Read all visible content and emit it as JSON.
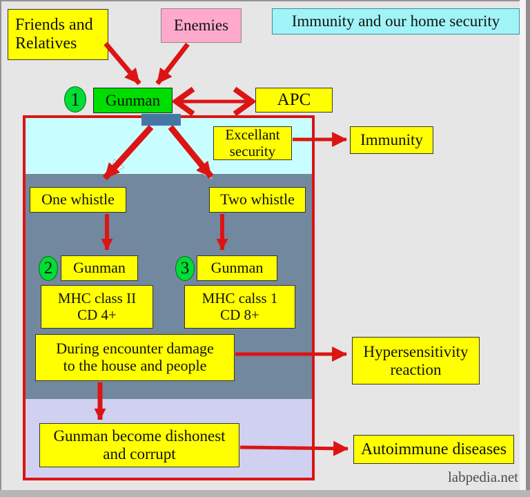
{
  "title": "Immunity and our home security",
  "watermark": "labpedia.net",
  "actors": {
    "friends": "Friends and\nRelatives",
    "enemies": "Enemies",
    "apc": "APC"
  },
  "steps": {
    "s1": "1",
    "s2": "2",
    "s3": "3"
  },
  "gunman": {
    "g1": "Gunman",
    "g2": "Gunman",
    "g3": "Gunman"
  },
  "house": {
    "security": "Excellant\nsecurity",
    "whistle_one": "One whistle",
    "whistle_two": "Two whistle",
    "mhc_class2": "MHC class II\nCD 4+",
    "mhc_class1": "MHC calss 1\nCD 8+",
    "damage": "During encounter damage\nto the house and people",
    "dishonest": "Gunman become dishonest\nand corrupt"
  },
  "outcomes": {
    "immunity": "Immunity",
    "hypersensitivity": "Hypersensitivity\nreaction",
    "autoimmune": "Autoimmune diseases"
  },
  "colors": {
    "box_yellow": "#ffff00",
    "enemy_pink": "#ffaacd",
    "title_cyan": "#a0f4f8",
    "gunman_green": "#00dd00",
    "step_green": "#00dd33",
    "arrow_red": "#dc1414",
    "roof_cyan": "#c8feff",
    "wall_gray": "#72889e",
    "floor_lavender": "#d0d0f0",
    "door_blue": "#4577a5"
  }
}
